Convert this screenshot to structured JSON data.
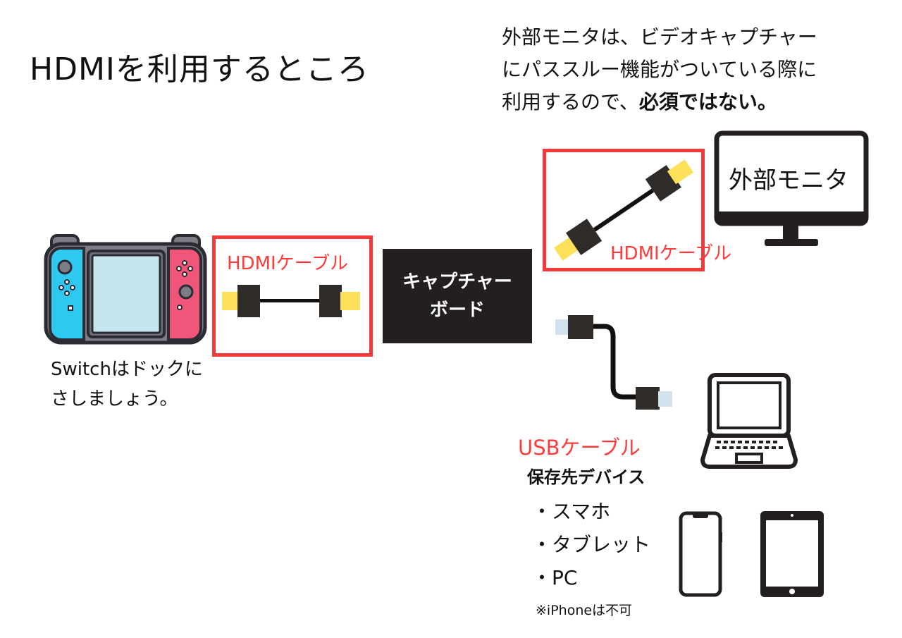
{
  "title": "HDMIを利用するところ",
  "note": {
    "line1": "外部モニタは、ビデオキャプチャー",
    "line2": "にパススルー機能がついている際に",
    "line3_plain": "利用するので、",
    "line3_bold": "必須ではない。"
  },
  "cable_left_label": "HDMIケーブル",
  "cable_right_label": "HDMIケーブル",
  "capture_board": {
    "line1": "キャプチャー",
    "line2": "ボード"
  },
  "monitor_label": "外部モニタ",
  "switch_text": {
    "line1": "Switchはドックに",
    "line2": "さしましょう。"
  },
  "usb_label": "USBケーブル",
  "storage": {
    "title": "保存先デバイス",
    "items": [
      "・スマホ",
      "・タブレット",
      "・PC"
    ],
    "footnote": "※iPhoneは不可"
  },
  "colors": {
    "accent_red": "#f23a3a",
    "hdmi_yellow": "#fde05a",
    "usb_blue": "#d3e3ee",
    "board_dark": "#231f1f",
    "joycon_blue": "#2ec8f0",
    "joycon_red": "#f0567a",
    "screen_blue": "#c5e6ee"
  }
}
